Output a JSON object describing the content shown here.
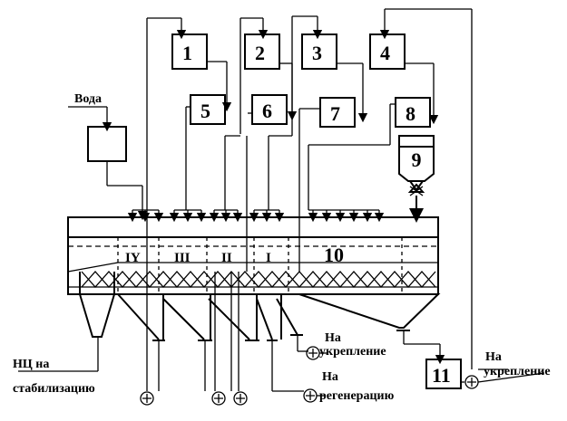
{
  "units": [
    {
      "id": "u1",
      "label": "1"
    },
    {
      "id": "u2",
      "label": "2"
    },
    {
      "id": "u3",
      "label": "3"
    },
    {
      "id": "u4",
      "label": "4"
    },
    {
      "id": "u5",
      "label": "5"
    },
    {
      "id": "u6",
      "label": "6"
    },
    {
      "id": "u7",
      "label": "7"
    },
    {
      "id": "u8",
      "label": "8"
    },
    {
      "id": "u9",
      "label": "9"
    },
    {
      "id": "u10",
      "label": "10"
    },
    {
      "id": "u11",
      "label": "11"
    }
  ],
  "sections": [
    "IY",
    "III",
    "II",
    "I"
  ],
  "labels": {
    "water": "Вода",
    "to_strengthening_1_line1": "На",
    "to_strengthening_1_line2": "укрепление",
    "to_strengthening_2_line1": "На",
    "to_strengthening_2_line2": "укрепление",
    "to_regeneration_line1": "На",
    "to_regeneration_line2": "регенерацию",
    "nc_line1": "НЦ на",
    "nc_line2": "стабилизацию"
  }
}
